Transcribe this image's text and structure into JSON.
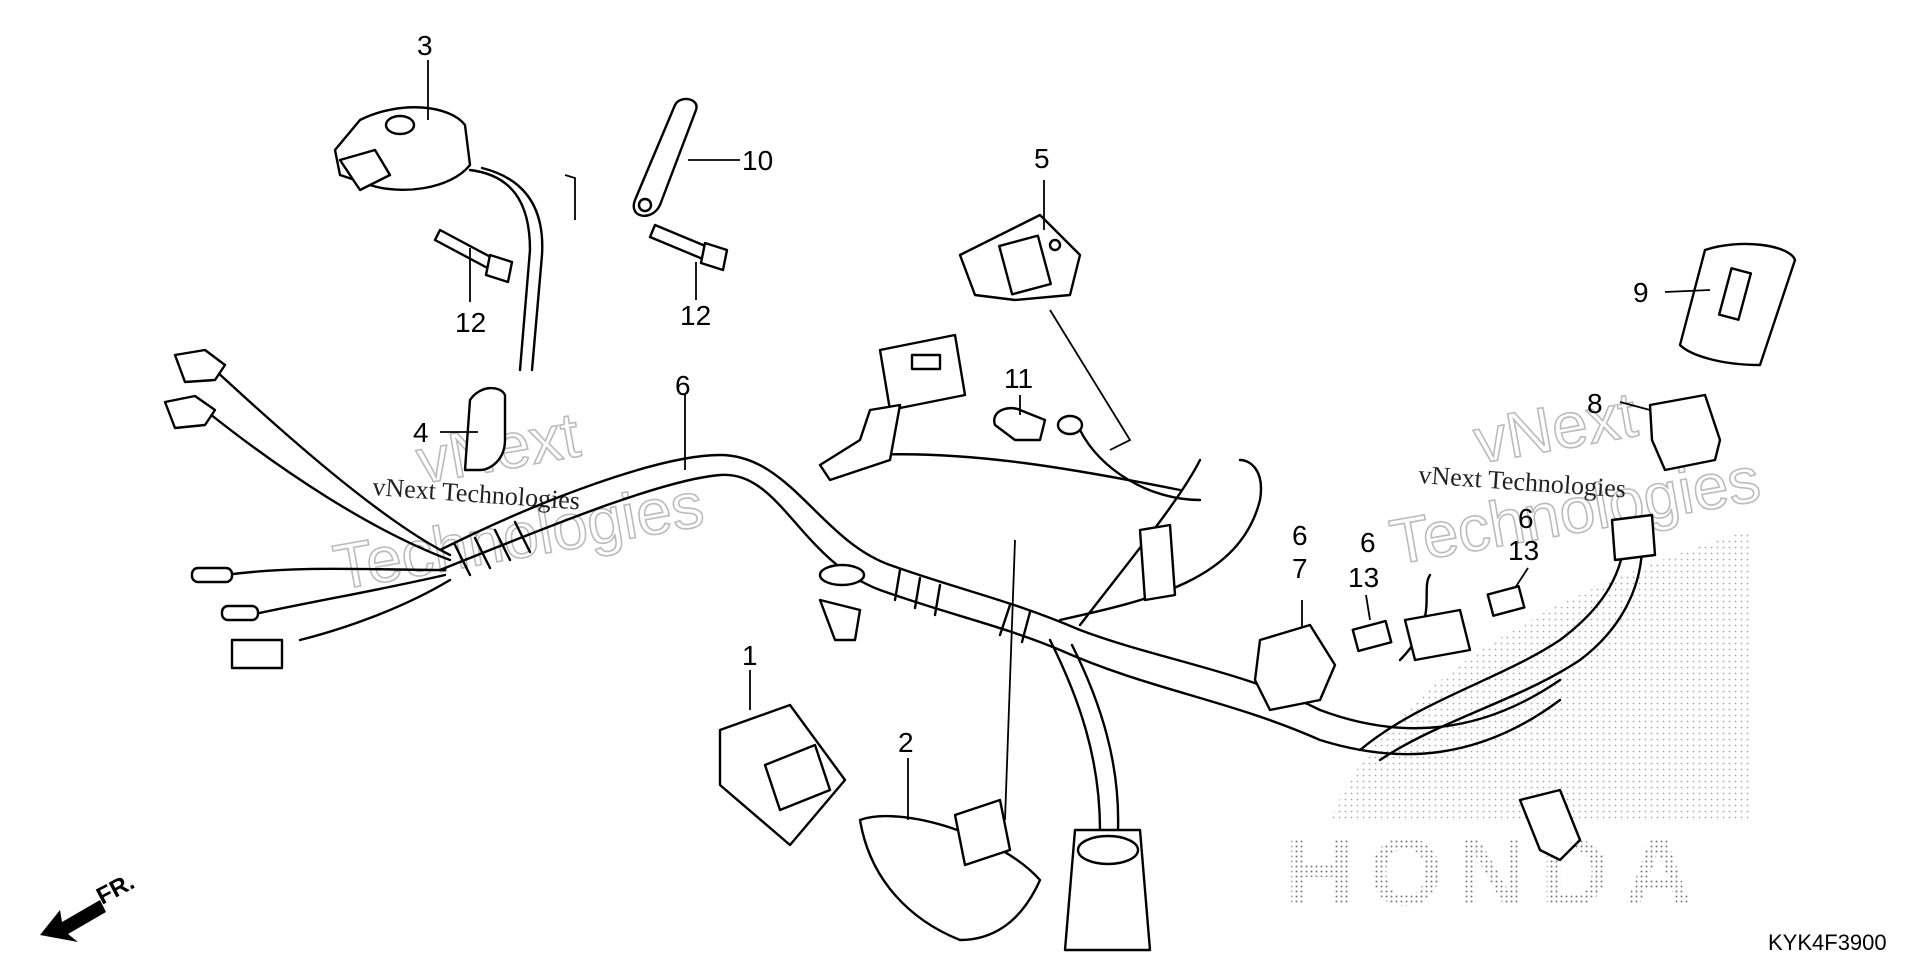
{
  "diagram": {
    "code": "KYK4F3900",
    "direction_label": "FR.",
    "brand_text": "HONDA",
    "watermark": {
      "small": "vNext Technologies",
      "large_1": "vNext",
      "large_2": "Technologies"
    },
    "callouts": {
      "c1": "1",
      "c2": "2",
      "c3": "3",
      "c4": "4",
      "c5": "5",
      "c6a": "6",
      "c6b": "6",
      "c6c": "6",
      "c6d": "6",
      "c7": "7",
      "c8": "8",
      "c9": "9",
      "c10": "10",
      "c11": "11",
      "c12a": "12",
      "c12b": "12",
      "c13a": "13",
      "c13b": "13"
    }
  }
}
